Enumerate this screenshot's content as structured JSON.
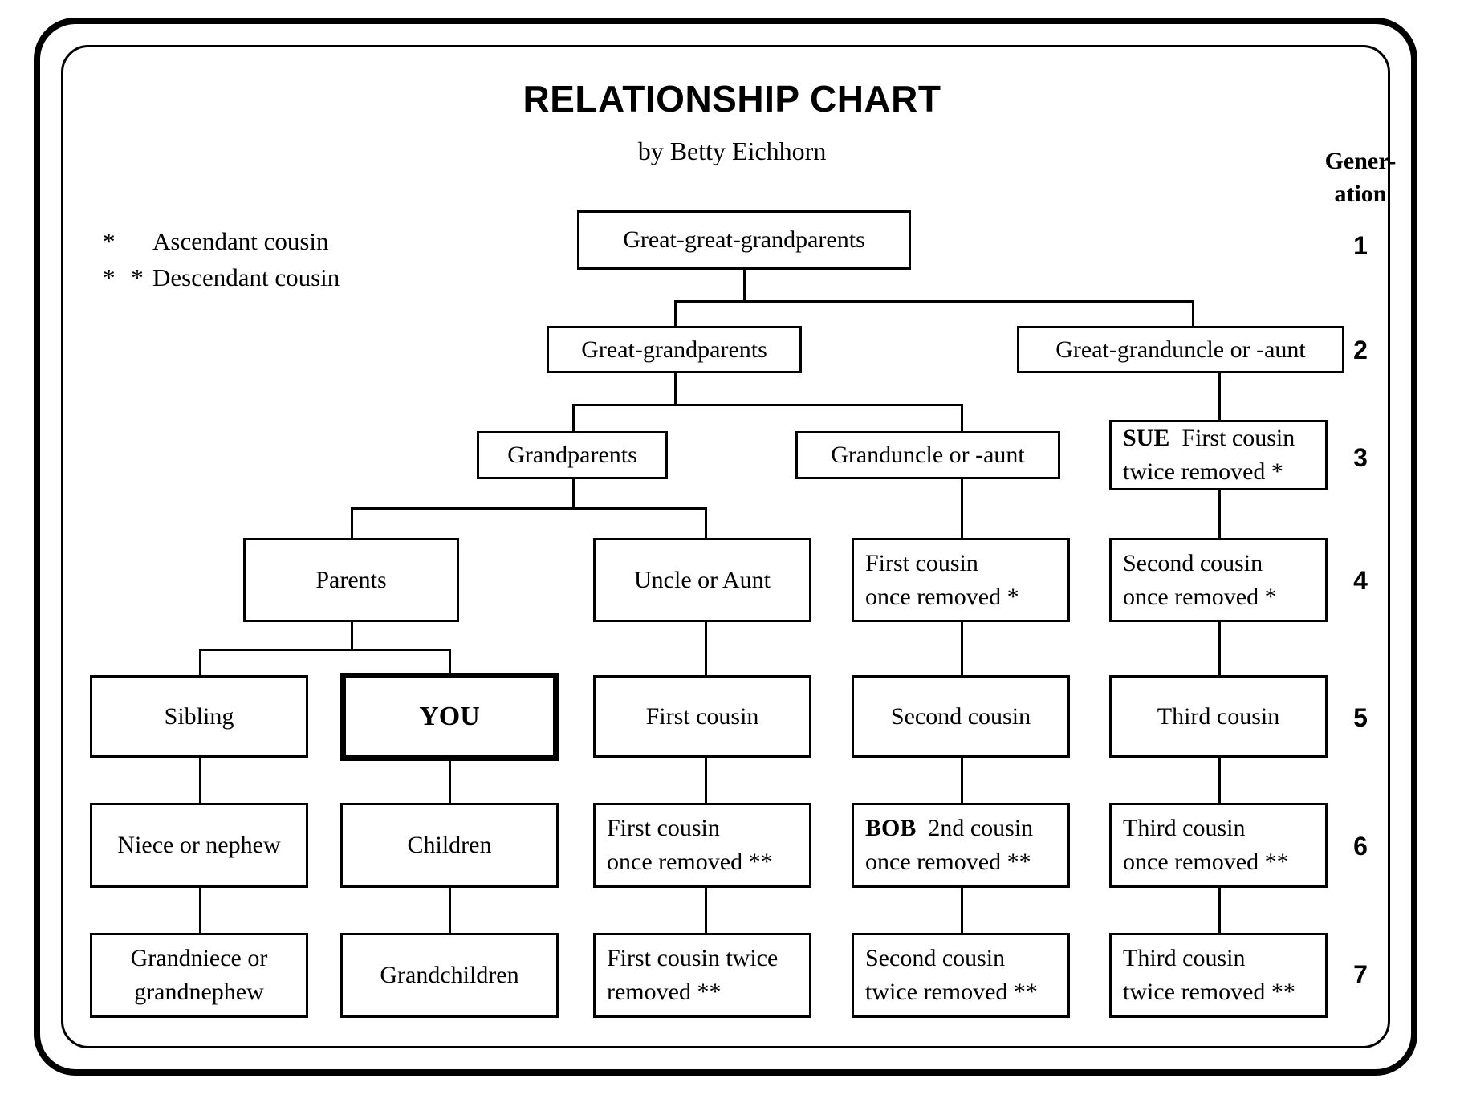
{
  "header": {
    "title": "RELATIONSHIP CHART",
    "subtitle": "by Betty Eichhorn"
  },
  "legend": {
    "items": [
      {
        "mark": "*",
        "text": "Ascendant cousin"
      },
      {
        "mark": "* *",
        "text": "Descendant cousin"
      }
    ]
  },
  "generation_axis": {
    "heading_line1": "Gener-",
    "heading_line2": "ation",
    "numbers": [
      "1",
      "2",
      "3",
      "4",
      "5",
      "6",
      "7"
    ]
  },
  "chart_data": {
    "type": "diagram",
    "title": "RELATIONSHIP CHART",
    "subtitle": "by Betty Eichhorn",
    "nodes": [
      {
        "id": "ggg",
        "generation": 1,
        "column": 1,
        "label": "Great-great-grandparents",
        "lines": [
          "Great-great-grandparents"
        ],
        "highlight": false
      },
      {
        "id": "gg",
        "generation": 2,
        "column": 1,
        "label": "Great-grandparents",
        "lines": [
          "Great-grandparents"
        ],
        "highlight": false
      },
      {
        "id": "ggunc",
        "generation": 2,
        "column": 4,
        "label": "Great-granduncle or -aunt",
        "lines": [
          "Great-granduncle or -aunt"
        ],
        "highlight": false
      },
      {
        "id": "gp",
        "generation": 3,
        "column": 1,
        "label": "Grandparents",
        "lines": [
          "Grandparents"
        ],
        "highlight": false
      },
      {
        "id": "gunc",
        "generation": 3,
        "column": 3,
        "label": "Granduncle or -aunt",
        "lines": [
          "Granduncle or -aunt"
        ],
        "highlight": false
      },
      {
        "id": "sue",
        "generation": 3,
        "column": 4,
        "label": "SUE  First cousin twice removed *",
        "lines": [
          "SUE  First cousin",
          "twice removed *"
        ],
        "bold_prefix": "SUE",
        "highlight": false
      },
      {
        "id": "parents",
        "generation": 4,
        "column": 1,
        "label": "Parents",
        "lines": [
          "Parents"
        ],
        "highlight": false
      },
      {
        "id": "uncle",
        "generation": 4,
        "column": 2,
        "label": "Uncle or Aunt",
        "lines": [
          "Uncle or Aunt"
        ],
        "highlight": false
      },
      {
        "id": "fc1r-up",
        "generation": 4,
        "column": 3,
        "label": "First cousin once removed *",
        "lines": [
          "First cousin",
          "once removed *"
        ],
        "highlight": false
      },
      {
        "id": "sc1r-up",
        "generation": 4,
        "column": 4,
        "label": "Second cousin once removed *",
        "lines": [
          "Second cousin",
          "once removed *"
        ],
        "highlight": false
      },
      {
        "id": "sibling",
        "generation": 5,
        "column": 0,
        "label": "Sibling",
        "lines": [
          "Sibling"
        ],
        "highlight": false
      },
      {
        "id": "you",
        "generation": 5,
        "column": 1,
        "label": "YOU",
        "lines": [
          "YOU"
        ],
        "highlight": true
      },
      {
        "id": "fc",
        "generation": 5,
        "column": 2,
        "label": "First cousin",
        "lines": [
          "First cousin"
        ],
        "highlight": false
      },
      {
        "id": "sc",
        "generation": 5,
        "column": 3,
        "label": "Second cousin",
        "lines": [
          "Second cousin"
        ],
        "highlight": false
      },
      {
        "id": "tc",
        "generation": 5,
        "column": 4,
        "label": "Third cousin",
        "lines": [
          "Third cousin"
        ],
        "highlight": false
      },
      {
        "id": "niece",
        "generation": 6,
        "column": 0,
        "label": "Niece or nephew",
        "lines": [
          "Niece or nephew"
        ],
        "highlight": false
      },
      {
        "id": "children",
        "generation": 6,
        "column": 1,
        "label": "Children",
        "lines": [
          "Children"
        ],
        "highlight": false
      },
      {
        "id": "fc1r-dn",
        "generation": 6,
        "column": 2,
        "label": "First cousin once removed **",
        "lines": [
          "First cousin",
          "once removed **"
        ],
        "highlight": false
      },
      {
        "id": "bob",
        "generation": 6,
        "column": 3,
        "label": "BOB  2nd cousin once removed  **",
        "lines": [
          "BOB  2nd cousin",
          "once removed  **"
        ],
        "bold_prefix": "BOB",
        "highlight": false
      },
      {
        "id": "tc1r-dn",
        "generation": 6,
        "column": 4,
        "label": "Third cousin once removed **",
        "lines": [
          "Third cousin",
          "once removed **"
        ],
        "highlight": false
      },
      {
        "id": "grandniece",
        "generation": 7,
        "column": 0,
        "label": "Grandniece or grandnephew",
        "lines": [
          "Grandniece or",
          "grandnephew"
        ],
        "centered": true,
        "highlight": false
      },
      {
        "id": "grandkids",
        "generation": 7,
        "column": 1,
        "label": "Grandchildren",
        "lines": [
          "Grandchildren"
        ],
        "highlight": false
      },
      {
        "id": "fc2r-dn",
        "generation": 7,
        "column": 2,
        "label": "First cousin twice removed **",
        "lines": [
          "First cousin twice",
          "removed **"
        ],
        "highlight": false
      },
      {
        "id": "sc2r-dn",
        "generation": 7,
        "column": 3,
        "label": "Second cousin twice removed **",
        "lines": [
          "Second cousin",
          "twice removed **"
        ],
        "highlight": false
      },
      {
        "id": "tc2r-dn",
        "generation": 7,
        "column": 4,
        "label": "Third cousin twice removed **",
        "lines": [
          "Third cousin",
          "twice removed **"
        ],
        "highlight": false
      }
    ],
    "edges": [
      {
        "from": "ggg",
        "to": "gg"
      },
      {
        "from": "ggg",
        "to": "ggunc"
      },
      {
        "from": "gg",
        "to": "gp"
      },
      {
        "from": "gg",
        "to": "gunc"
      },
      {
        "from": "ggunc",
        "to": "sue"
      },
      {
        "from": "gp",
        "to": "parents"
      },
      {
        "from": "gp",
        "to": "uncle"
      },
      {
        "from": "gunc",
        "to": "fc1r-up"
      },
      {
        "from": "sue",
        "to": "sc1r-up"
      },
      {
        "from": "parents",
        "to": "sibling"
      },
      {
        "from": "parents",
        "to": "you"
      },
      {
        "from": "uncle",
        "to": "fc"
      },
      {
        "from": "fc1r-up",
        "to": "sc"
      },
      {
        "from": "sc1r-up",
        "to": "tc"
      },
      {
        "from": "sibling",
        "to": "niece"
      },
      {
        "from": "you",
        "to": "children"
      },
      {
        "from": "fc",
        "to": "fc1r-dn"
      },
      {
        "from": "sc",
        "to": "bob"
      },
      {
        "from": "tc",
        "to": "tc1r-dn"
      },
      {
        "from": "niece",
        "to": "grandniece"
      },
      {
        "from": "children",
        "to": "grandkids"
      },
      {
        "from": "fc1r-dn",
        "to": "fc2r-dn"
      },
      {
        "from": "bob",
        "to": "sc2r-dn"
      },
      {
        "from": "tc1r-dn",
        "to": "tc2r-dn"
      }
    ],
    "colors": {
      "line": "#000000",
      "box_fill": "#ffffff",
      "text": "#000000"
    }
  },
  "boxes": {
    "ggg": {
      "l1": "Great-great-grandparents",
      "l2": ""
    },
    "gg": {
      "l1": "Great-grandparents",
      "l2": ""
    },
    "ggunc": {
      "l1": "Great-granduncle or -aunt",
      "l2": ""
    },
    "gp": {
      "l1": "Grandparents",
      "l2": ""
    },
    "gunc": {
      "l1": "Granduncle or -aunt",
      "l2": ""
    },
    "sue_bold": "SUE",
    "sue_l1": "First cousin",
    "sue_l2": "twice removed *",
    "parents": {
      "l1": "Parents"
    },
    "uncle": {
      "l1": "Uncle or Aunt"
    },
    "fc1rup": {
      "l1": "First cousin",
      "l2": "once removed *"
    },
    "sc1rup": {
      "l1": "Second cousin",
      "l2": "once removed *"
    },
    "sibling": {
      "l1": "Sibling"
    },
    "you": {
      "l1": "YOU"
    },
    "fc": {
      "l1": "First cousin"
    },
    "sc": {
      "l1": "Second cousin"
    },
    "tc": {
      "l1": "Third cousin"
    },
    "niece": {
      "l1": "Niece or nephew"
    },
    "children": {
      "l1": "Children"
    },
    "fc1rdn": {
      "l1": "First cousin",
      "l2": "once removed **"
    },
    "bob_bold": "BOB",
    "bob_l1": "2nd cousin",
    "bob_l2": "once removed  **",
    "tc1rdn": {
      "l1": "Third cousin",
      "l2": "once removed **"
    },
    "grandniece": {
      "l1": "Grandniece or",
      "l2": "grandnephew"
    },
    "grandkids": {
      "l1": "Grandchildren"
    },
    "fc2rdn": {
      "l1": "First cousin twice",
      "l2": "removed **"
    },
    "sc2rdn": {
      "l1": "Second cousin",
      "l2": "twice removed **"
    },
    "tc2rdn": {
      "l1": "Third cousin",
      "l2": "twice removed **"
    }
  }
}
